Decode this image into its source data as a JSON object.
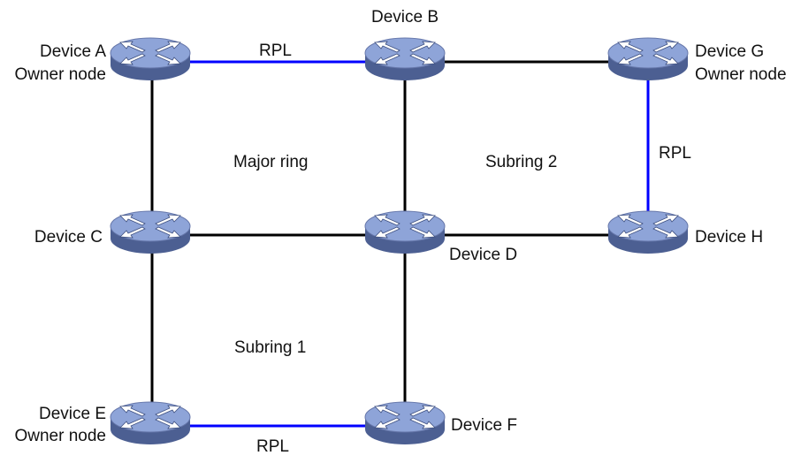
{
  "colors": {
    "link": "#000000",
    "rpl_link": "#0000ff",
    "router_body": "#5b6fa3",
    "router_top": "#8da3d6",
    "router_arrows": "#ffffff"
  },
  "devices": {
    "a": {
      "name": "Device A",
      "role": "Owner node",
      "icon": "router-icon"
    },
    "b": {
      "name": "Device B",
      "icon": "router-icon"
    },
    "c": {
      "name": "Device C",
      "icon": "router-icon"
    },
    "d": {
      "name": "Device D",
      "icon": "router-icon"
    },
    "e": {
      "name": "Device E",
      "role": "Owner node",
      "icon": "router-icon"
    },
    "f": {
      "name": "Device F",
      "icon": "router-icon"
    },
    "g": {
      "name": "Device G",
      "role": "Owner node",
      "icon": "router-icon"
    },
    "h": {
      "name": "Device H",
      "icon": "router-icon"
    }
  },
  "rings": {
    "major": "Major ring",
    "sub1": "Subring 1",
    "sub2": "Subring 2"
  },
  "rpl": {
    "ab": "RPL",
    "gh": "RPL",
    "ef": "RPL"
  }
}
